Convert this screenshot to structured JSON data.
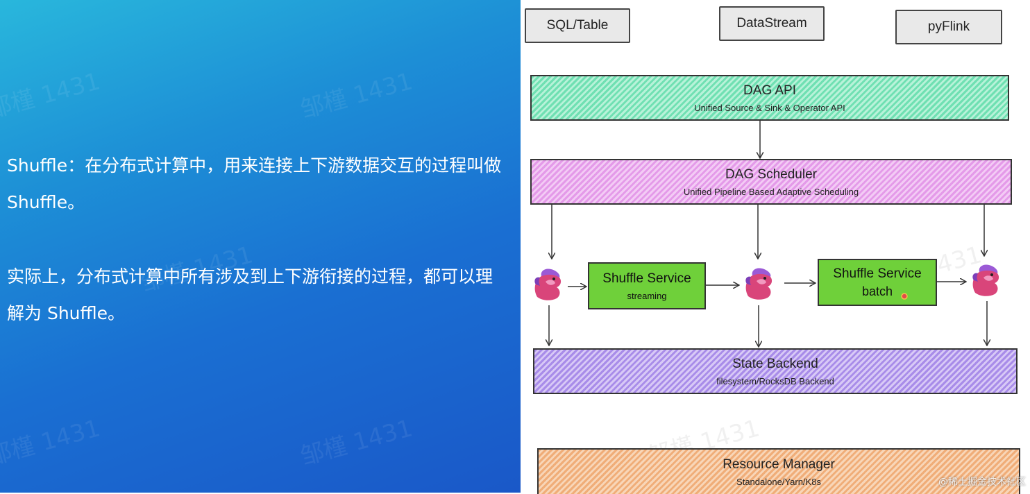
{
  "left": {
    "paragraph1": "Shuffle：在分布式计算中，用来连接上下游数据交互的过程叫做 Shuffle。",
    "paragraph2": "实际上，分布式计算中所有涉及到上下游衔接的过程，都可以理解为 Shuffle。",
    "watermark": "邹槿 1431",
    "background_colors": [
      "#29b7dc",
      "#1a58c8"
    ]
  },
  "diagram": {
    "top_apis": [
      "SQL/Table",
      "DataStream",
      "pyFlink"
    ],
    "dag_api": {
      "title": "DAG  API",
      "subtitle": "Unified Source & Sink & Operator API"
    },
    "dag_scheduler": {
      "title": "DAG Scheduler",
      "subtitle": "Unified Pipeline Based Adaptive Scheduling"
    },
    "shuffle_streaming": {
      "title": "Shuffle Service",
      "subtitle": "streaming"
    },
    "shuffle_batch": {
      "title": "Shuffle Service",
      "subtitle": "batch"
    },
    "state_backend": {
      "title": "State Backend",
      "subtitle": "filesystem/RocksDB Backend"
    },
    "resource_manager": {
      "title": "Resource Manager",
      "subtitle": "Standalone/Yarn/K8s"
    },
    "task_icon": "flink-squirrel-icon",
    "colors": {
      "dag_api": "#6fe0b2",
      "dag_scheduler": "#e49ae9",
      "shuffle_service": "#6fd03a",
      "state_backend": "#a88ce9",
      "resource_manager": "#f0ad78"
    }
  },
  "credit": "@稀土掘金技术社区"
}
